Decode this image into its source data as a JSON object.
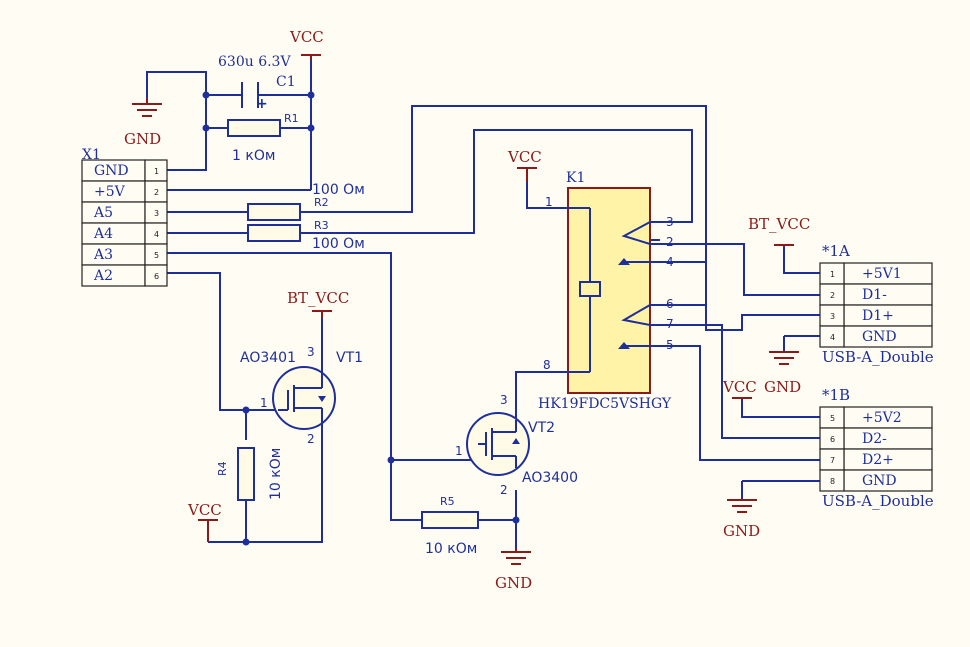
{
  "connector_x1": {
    "ref": "X1",
    "pins": [
      {
        "num": "1",
        "label": "GND"
      },
      {
        "num": "2",
        "label": "+5V"
      },
      {
        "num": "3",
        "label": "A5"
      },
      {
        "num": "4",
        "label": "A4"
      },
      {
        "num": "5",
        "label": "A3"
      },
      {
        "num": "6",
        "label": "A2"
      }
    ]
  },
  "c1": {
    "ref": "C1",
    "value": "630u 6.3V"
  },
  "r1": {
    "ref": "R1",
    "value": "1 кОм"
  },
  "r2": {
    "ref": "R2",
    "value": "100 Ом"
  },
  "r3": {
    "ref": "R3",
    "value": "100 Ом"
  },
  "r4": {
    "ref": "R4",
    "value": "10 кОм"
  },
  "r5": {
    "ref": "R5",
    "value": "10 кОм"
  },
  "vt1": {
    "ref": "VT1",
    "part": "AO3401",
    "pins": [
      "1",
      "2",
      "3"
    ]
  },
  "vt2": {
    "ref": "VT2",
    "part": "AO3400",
    "pins": [
      "1",
      "2",
      "3"
    ]
  },
  "k1": {
    "ref": "K1",
    "part": "HK19FDC5VSHGY",
    "pins": [
      "1",
      "8",
      "3",
      "2",
      "4",
      "6",
      "7",
      "5"
    ]
  },
  "usb_a": {
    "ref": "*1A",
    "name": "USB-A_Double",
    "pins": [
      {
        "num": "1",
        "label": "+5V1"
      },
      {
        "num": "2",
        "label": "D1-"
      },
      {
        "num": "3",
        "label": "D1+"
      },
      {
        "num": "4",
        "label": "GND"
      }
    ]
  },
  "usb_b": {
    "ref": "*1B",
    "name": "USB-A_Double",
    "pins": [
      {
        "num": "5",
        "label": "+5V2"
      },
      {
        "num": "6",
        "label": "D2-"
      },
      {
        "num": "7",
        "label": "D2+"
      },
      {
        "num": "8",
        "label": "GND"
      }
    ]
  },
  "power_labels": {
    "vcc": "VCC",
    "gnd": "GND",
    "bt_vcc": "BT_VCC"
  },
  "colors": {
    "wire": "#1f2f9a",
    "power": "#8b1a1a",
    "relay_body": "#fff3a8",
    "background": "#fffdf3"
  }
}
